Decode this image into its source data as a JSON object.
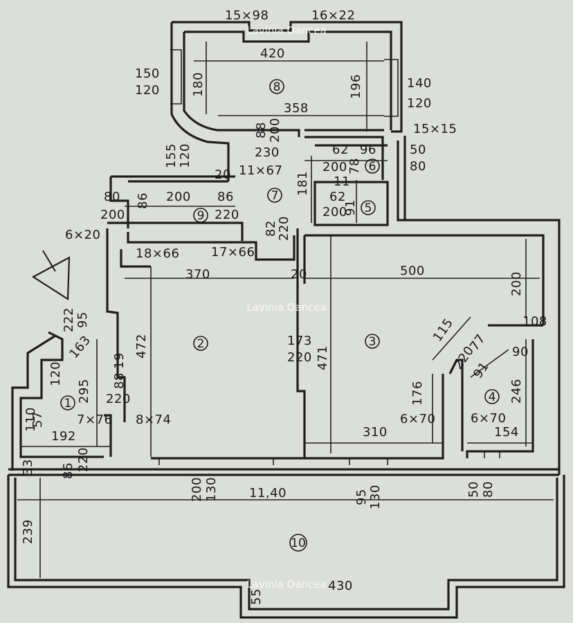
{
  "watermarks": [
    "Lavinia Oancea",
    "Lavinia Oancea",
    "Lavinia Oancea"
  ],
  "rooms": {
    "r1": "1",
    "r2": "2",
    "r3": "3",
    "r4": "4",
    "r5": "5",
    "r6": "6",
    "r7": "7",
    "r8": "8",
    "r9": "9",
    "r10": "10"
  },
  "dims": {
    "d_15x98": "15×98",
    "d_16x22": "16×22",
    "d_420": "420",
    "d_150": "150",
    "d_120a": "120",
    "d_180": "180",
    "d_196": "196",
    "d_140": "140",
    "d_120b": "120",
    "d_358": "358",
    "d_88": "88",
    "d_200a": "200",
    "d_15x15": "15×15",
    "d_155": "155",
    "d_120c": "120",
    "d_230": "230",
    "d_62a": "62",
    "d_96": "96",
    "d_50a": "50",
    "d_200b": "200",
    "d_78": "78",
    "d_80a": "80",
    "d_20a": "20",
    "d_11x67": "11×67",
    "d_181": "181",
    "d_11": "11",
    "d_62b": "62",
    "d_200c": "200",
    "d_91": "91",
    "d_80b": "80",
    "d_200d": "200",
    "d_86a": "86",
    "d_86b": "86",
    "d_200e": "200",
    "d_220a": "220",
    "d_82": "82",
    "d_220b": "220",
    "d_6x20": "6×20",
    "d_18x66": "18×66",
    "d_17x66": "17×66",
    "d_370": "370",
    "d_20b": "20",
    "d_500": "500",
    "d_200f": "200",
    "d_222": "222",
    "d_95a": "95",
    "d_163": "163",
    "d_472": "472",
    "d_173": "173",
    "d_220c": "220",
    "d_471": "471",
    "d_115": "115",
    "d_108": "108",
    "d_77": "77",
    "d_220d": "220",
    "d_91b": "91",
    "d_90": "90",
    "d_19": "19",
    "d_88b": "88",
    "d_220e": "220",
    "d_120d": "120",
    "d_295": "295",
    "d_176": "176",
    "d_246": "246",
    "d_110": "110",
    "d_57": "57",
    "d_7x76": "7×76",
    "d_8x74": "8×74",
    "d_6x70a": "6×70",
    "d_6x70b": "6×70",
    "d_192": "192",
    "d_310": "310",
    "d_154": "154",
    "d_33": "33",
    "d_86c": "86",
    "d_220f": "220",
    "d_200g": "200",
    "d_130a": "130",
    "d_1140": "11,40",
    "d_95b": "95",
    "d_130b": "130",
    "d_50b": "50",
    "d_80c": "80",
    "d_239": "239",
    "d_430": "430",
    "d_55": "55"
  }
}
